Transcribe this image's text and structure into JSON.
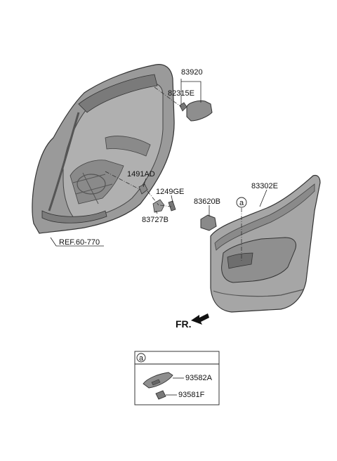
{
  "callouts": {
    "part_83920": "83920",
    "part_82315E": "82315E",
    "part_1491AD": "1491AD",
    "part_1249GE": "1249GE",
    "part_83727B": "83727B",
    "part_83620B": "83620B",
    "part_83302E": "83302E",
    "ref": "REF.60-770",
    "front": "FR.",
    "detail_marker": "a"
  },
  "legend": {
    "marker": "a",
    "part_93582A": "93582A",
    "part_93581F": "93581F"
  },
  "colors": {
    "door_shell": "#9a9a9a",
    "door_shell_dark": "#6e6e6e",
    "trim_panel": "#a6a6a6",
    "trim_panel_dark": "#7a7a7a",
    "part_fill": "#8e8e8e",
    "line": "#222222"
  }
}
